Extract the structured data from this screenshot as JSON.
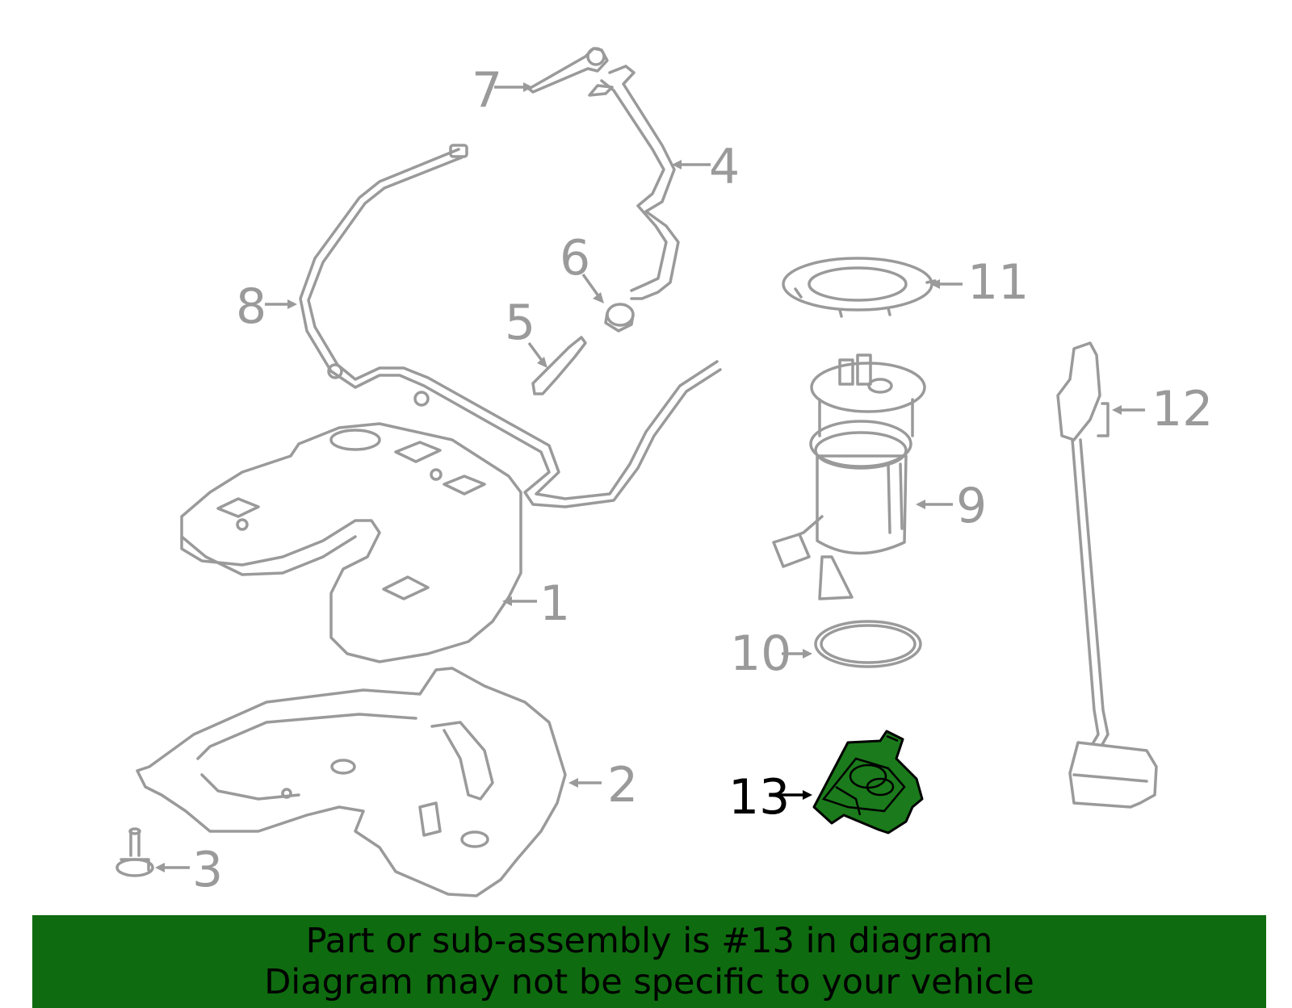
{
  "callouts": [
    {
      "number": "1",
      "part": "fuel-tank"
    },
    {
      "number": "2",
      "part": "tank-shield"
    },
    {
      "number": "3",
      "part": "bolt"
    },
    {
      "number": "4",
      "part": "filler-vent-tube"
    },
    {
      "number": "5",
      "part": "hose"
    },
    {
      "number": "6",
      "part": "hose-clamp"
    },
    {
      "number": "7",
      "part": "fuel-tank-cap-tether"
    },
    {
      "number": "8",
      "part": "fuel-line"
    },
    {
      "number": "9",
      "part": "fuel-pump-module"
    },
    {
      "number": "10",
      "part": "seal-ring"
    },
    {
      "number": "11",
      "part": "lock-ring"
    },
    {
      "number": "12",
      "part": "fuel-level-sender"
    },
    {
      "number": "13",
      "part": "fuel-pump-control-module",
      "highlighted": true
    }
  ],
  "colors": {
    "highlight_part": "#1b7a1b",
    "banner_background": "#0f6b0f",
    "line_art": "#9a9a9a",
    "background": "#ffffff"
  },
  "banner": {
    "line1": "Part or sub-assembly is #13 in diagram",
    "line2": "Diagram may not be specific to your vehicle"
  }
}
